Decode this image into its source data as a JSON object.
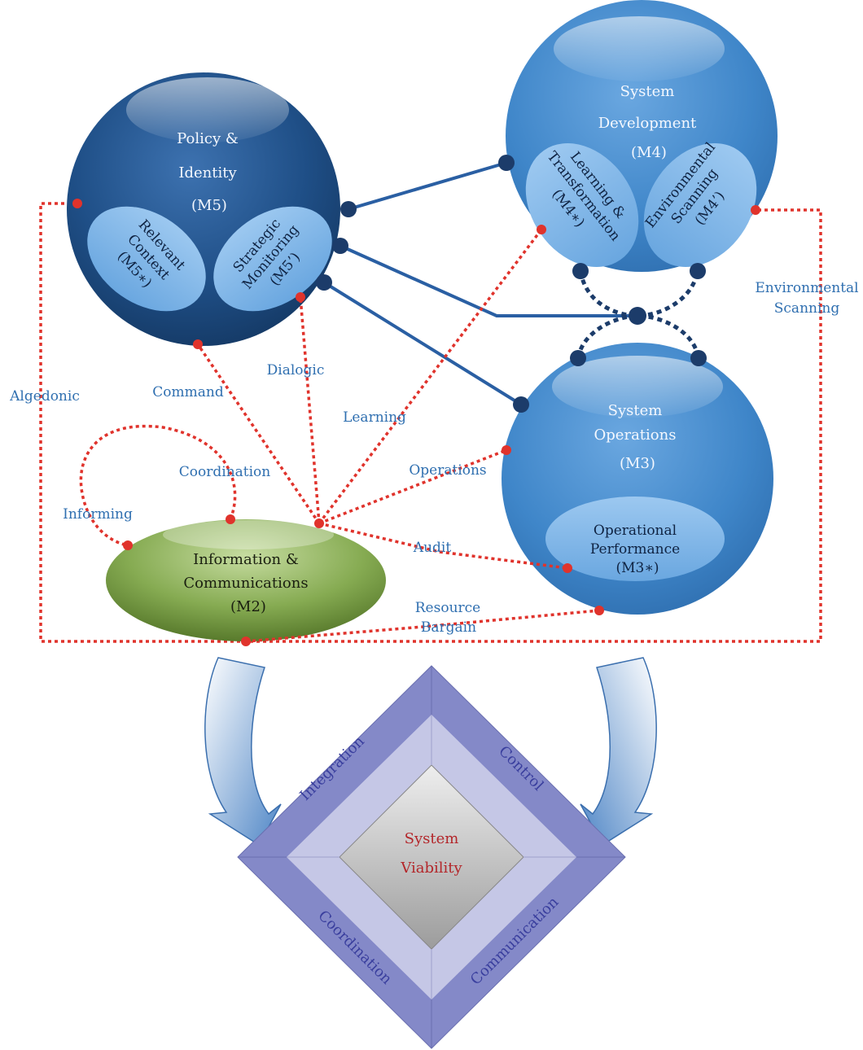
{
  "m5": {
    "title_line1": "Policy &",
    "title_line2": "Identity",
    "code": "(M5)",
    "relevant_context": [
      "Relevant",
      "Context",
      "(M5∗)"
    ],
    "strategic_monitoring": [
      "Strategic",
      "Monitoring",
      "(M5’)"
    ]
  },
  "m4": {
    "title_line1": "System",
    "title_line2": "Development",
    "code": "(M4)",
    "learning_transformation": [
      "Learning &",
      "Transformation",
      "(M4∗)"
    ],
    "environmental_scanning": [
      "Environmental",
      "Scanning",
      "(M4’)"
    ]
  },
  "m3": {
    "title_line1": "System",
    "title_line2": "Operations",
    "code": "(M3)",
    "operational_performance": [
      "Operational",
      "Performance",
      "(M3∗)"
    ]
  },
  "m2": {
    "line1": "Information &",
    "line2": "Communications",
    "code": "(M2)"
  },
  "channels": {
    "algedonic": "Algedonic",
    "command": "Command",
    "dialogic": "Dialogic",
    "learning": "Learning",
    "coordination": "Coordination",
    "informing": "Informing",
    "operations": "Operations",
    "audit": "Audit",
    "resource_bargain_1": "Resource",
    "resource_bargain_2": "Bargain",
    "environmental_scanning_1": "Environmental",
    "environmental_scanning_2": "Scanning"
  },
  "diamond": {
    "integration": "Integration",
    "control": "Control",
    "coordination": "Coordination",
    "communication": "Communication",
    "center_line1": "System",
    "center_line2": "Viability"
  },
  "colors": {
    "m5_sphere": "#1f4f87",
    "m4_sphere": "#3f86c9",
    "m3_sphere": "#3f86c9",
    "m2_ellipse": "#6f963c",
    "red_channel": "#e0332c",
    "blue_link": "#2a5fa3",
    "dark_node": "#1c3c6a",
    "diamond_outer": "#8489c8",
    "diamond_inner": "#c5c7e6",
    "center_text": "#b3262a"
  }
}
